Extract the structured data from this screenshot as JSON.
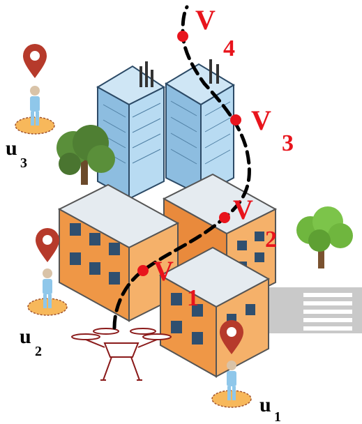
{
  "colors": {
    "waypoint": "#e8141c",
    "trajectory": "#000000",
    "pin": "#b63a2b",
    "user_body": "#8fc7ea",
    "user_base": "#f7b85b",
    "facade": "#f2a25a",
    "roof": "#dfe6ec",
    "glass_tower": "#a9d3ee",
    "tree": "#6fb63e",
    "drone_outline": "#8a1a1a"
  },
  "waypoints": [
    {
      "letter": "V",
      "sub": "1"
    },
    {
      "letter": "V",
      "sub": "2"
    },
    {
      "letter": "V",
      "sub": "3"
    },
    {
      "letter": "V",
      "sub": "4"
    }
  ],
  "users": [
    {
      "letter": "u",
      "sub": "1"
    },
    {
      "letter": "u",
      "sub": "2"
    },
    {
      "letter": "u",
      "sub": "3"
    }
  ],
  "icons": [
    "location-pin-icon",
    "person-icon",
    "drone-icon",
    "tree-icon",
    "building-icon",
    "crosswalk-icon"
  ]
}
